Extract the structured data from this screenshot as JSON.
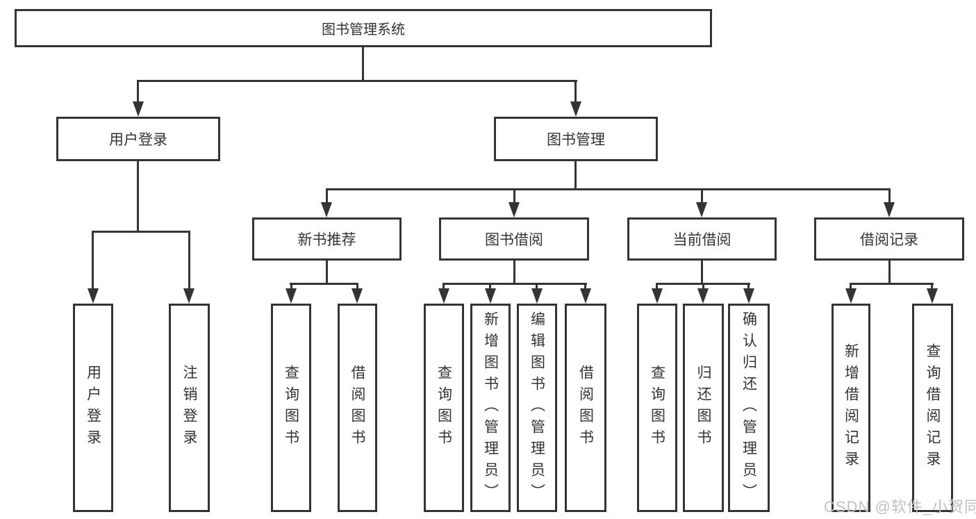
{
  "title": "图书管理系统",
  "watermark": "CSDN @软件_小贺同学",
  "colors": {
    "line": "#343434",
    "text": "#333333",
    "node_fill": "#ffffff",
    "watermark": "#c0c0c0",
    "background": "#ffffff"
  },
  "tree": {
    "root": "图书管理系统",
    "user_login": {
      "label": "用户登录",
      "children": [
        "用户登录",
        "注销登录"
      ]
    },
    "book_mgmt": {
      "label": "图书管理",
      "modules": {
        "new_book_rec": {
          "label": "新书推荐",
          "children": [
            "查询图书",
            "借阅图书"
          ]
        },
        "book_borrow": {
          "label": "图书借阅",
          "children": [
            "查询图书",
            "新增图书（管理员）",
            "编辑图书（管理员）",
            "借阅图书"
          ]
        },
        "current_borrow": {
          "label": "当前借阅",
          "children": [
            "查询图书",
            "归还图书",
            "确认归还（管理员）"
          ]
        },
        "borrow_records": {
          "label": "借阅记录",
          "children": [
            "新增借阅记录",
            "查询借阅记录"
          ]
        }
      }
    }
  }
}
